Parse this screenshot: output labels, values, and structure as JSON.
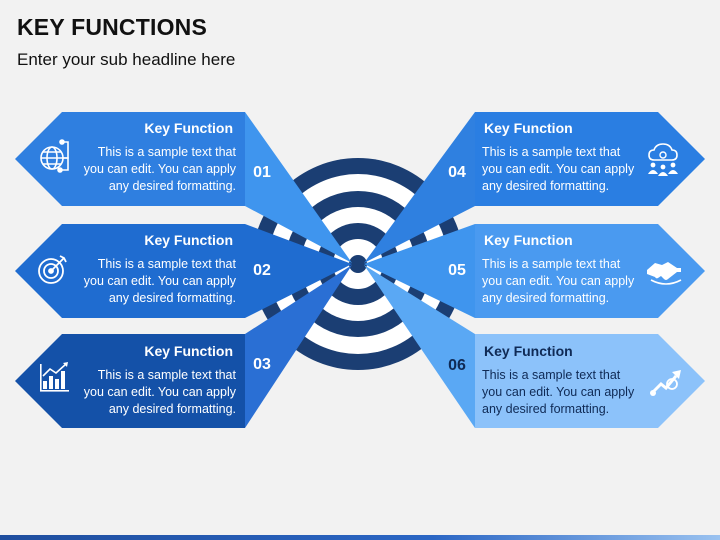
{
  "header": {
    "title": "KEY FUNCTIONS",
    "subtitle": "Enter your sub headline here"
  },
  "cards": [
    {
      "number": "01",
      "title": "Key Function",
      "lines": [
        "This is a sample text that",
        "you can edit. You can apply",
        "any desired formatting."
      ],
      "icon": "globe-network-icon",
      "color": "#2f7fe0"
    },
    {
      "number": "02",
      "title": "Key Function",
      "lines": [
        "This is a sample text that",
        "you can edit. You can apply",
        "any desired formatting."
      ],
      "icon": "target-dart-icon",
      "color": "#1f6cd0"
    },
    {
      "number": "03",
      "title": "Key Function",
      "lines": [
        "This is a sample text that",
        "you can edit. You can apply",
        "any desired formatting."
      ],
      "icon": "bar-chart-growth-icon",
      "color": "#1451a8"
    },
    {
      "number": "04",
      "title": "Key Function",
      "lines": [
        "This is a sample text that",
        "you can edit. You can apply",
        "any desired formatting."
      ],
      "icon": "cloud-team-icon",
      "color": "#2a7ee2"
    },
    {
      "number": "05",
      "title": "Key Function",
      "lines": [
        "This is a sample text that",
        "you can edit. You can apply",
        "any desired formatting."
      ],
      "icon": "handshake-icon",
      "color": "#4a9af0"
    },
    {
      "number": "06",
      "title": "Key Function",
      "lines": [
        "This is a sample text that",
        "you can edit. You can apply",
        "any desired formatting."
      ],
      "icon": "growth-chart-icon",
      "color": "#8cc2fa"
    }
  ],
  "colors": {
    "target_ring": "#1b3e73",
    "background": "#f2f2f2"
  }
}
